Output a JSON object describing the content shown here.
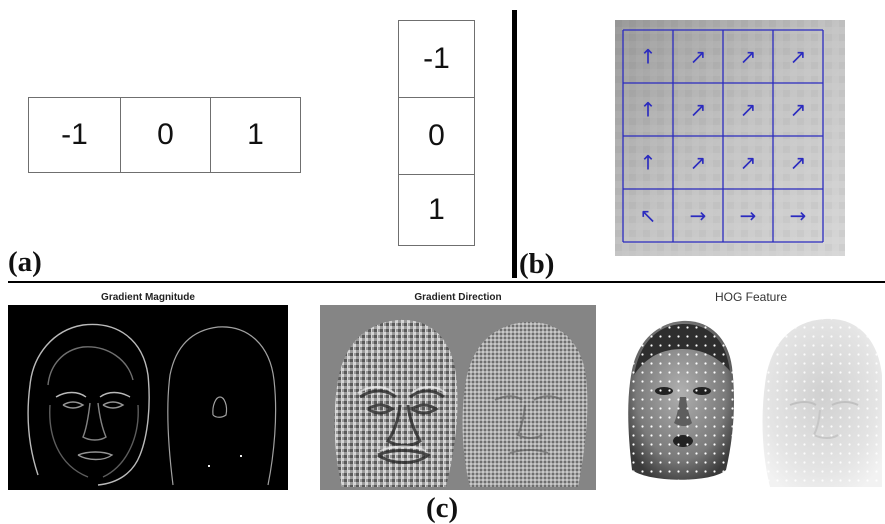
{
  "panel_a": {
    "label": "(a)",
    "horizontal_kernel": [
      "-1",
      "0",
      "1"
    ],
    "vertical_kernel": [
      "-1",
      "0",
      "1"
    ]
  },
  "panel_b": {
    "label": "(b)",
    "arrow_grid": [
      [
        "↑",
        "↗",
        "↗",
        "↗"
      ],
      [
        "↑",
        "↗",
        "↗",
        "↗"
      ],
      [
        "↑",
        "↗",
        "↗",
        "↗"
      ],
      [
        "↖",
        "→",
        "→",
        "→"
      ]
    ]
  },
  "panel_c": {
    "label": "(c)",
    "images": [
      {
        "title": "Gradient Magnitude"
      },
      {
        "title": "Gradient Direction"
      },
      {
        "title": "HOG Feature"
      }
    ]
  },
  "colors": {
    "grid_blue": "#2b2bbf",
    "divider": "#000000",
    "magnitude_bg": "#000000",
    "direction_bg": "#808080"
  }
}
